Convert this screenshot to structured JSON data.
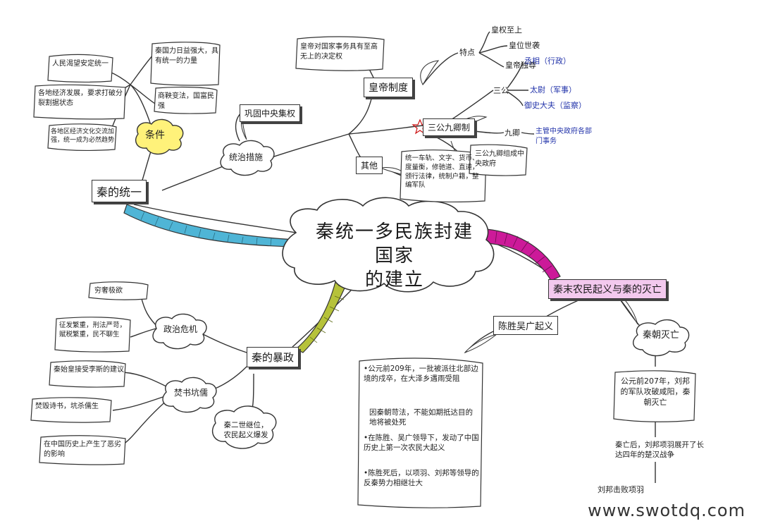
{
  "center": {
    "line1": "秦统一多民族封建国家",
    "line2": "的建立"
  },
  "left_top": {
    "main": "秦的统一",
    "conditions": {
      "label": "条件",
      "items": [
        "人民渴望安定统一",
        "各地经济发展，要求打破分裂割据状态",
        "各地区经济文化交流加强，统一成为必然趋势",
        "商鞅变法，国富民强",
        "秦国力日益强大，具有统一的力量"
      ]
    },
    "measures": {
      "label": "统治措施",
      "central": "巩固中央集权",
      "emperor": {
        "label": "皇帝制度",
        "desc": "皇帝对国家事务具有至高无上的决定权",
        "traits_label": "特点",
        "traits": [
          "皇权至上",
          "皇位世袭",
          "皇帝独尊"
        ]
      },
      "sangong": {
        "label": "三公九卿制",
        "sangong_label": "三公",
        "items": [
          "丞相（行政）",
          "太尉（军事）",
          "御史大夫（监察）"
        ],
        "jiuqing": "九卿",
        "jiuqing_desc": "主管中央政府各部门事务",
        "summary": "三公九卿组成中央政府"
      },
      "other": {
        "label": "其他",
        "desc": "统一车轨、文字、货币、度量衡，修驰道、直道，颁行法律，统制户籍，整编军队"
      }
    }
  },
  "right": {
    "main": "秦末农民起义与秦的灭亡",
    "chensheng": {
      "label": "陈胜吴广起义",
      "desc": [
        "•公元前209年，一批被派往北部边境的戍卒，在大泽乡遇雨受阻",
        "因秦朝苛法，不能如期抵达目的地将被处死",
        "•在陈胜、吴广领导下，发动了中国历史上第一次农民大起义",
        "•陈胜死后，以项羽、刘邦等领导的反秦势力相继壮大"
      ]
    },
    "fall": {
      "label": "秦朝灭亡",
      "desc": "公元前207年，刘邦的军队攻破咸阳，秦朝灭亡",
      "after": "秦亡后，刘邦项羽展开了长达四年的楚汉战争",
      "end": "刘邦击败项羽"
    }
  },
  "left_bottom": {
    "main": "秦的暴政",
    "crisis": {
      "label": "政治危机",
      "items": [
        "穷奢极欲",
        "征发繁重，刑法严苛，赋税繁重，民不聊生"
      ]
    },
    "book": {
      "label": "焚书坑儒",
      "items": [
        "秦始皇接受李斯的建议",
        "焚毁诗书，坑杀儒生",
        "在中国历史上产生了恶劣的影响"
      ]
    },
    "second": "秦二世继位，农民起义爆发"
  },
  "colors": {
    "blue_branch": "#4fb5d6",
    "green_branch": "#b6c23a",
    "magenta_branch": "#cc1a99",
    "yellow_cloud": "#fff27a"
  },
  "watermark": "www.swotdq.com"
}
